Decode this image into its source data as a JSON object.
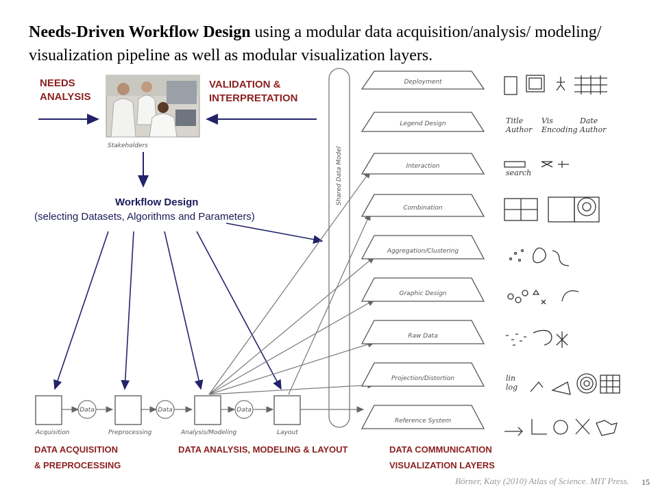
{
  "title": {
    "bold": "Needs-Driven Workflow Design",
    "rest": " using a modular data acquisition/analysis/ modeling/ visualization pipeline as well as modular visualization layers."
  },
  "needs_analysis": [
    "NEEDS",
    "ANALYSIS"
  ],
  "validation": [
    "VALIDATION &",
    "INTERPRETATION"
  ],
  "stakeholders": "Stakeholders",
  "workflow": {
    "title": "Workflow Design",
    "subtitle": "(selecting Datasets, Algorithms and Parameters)"
  },
  "shared_model": "Shared Data Model",
  "layers": [
    "Deployment",
    "Legend Design",
    "Interaction",
    "Combination",
    "Aggregation/Clustering",
    "Graphic Design",
    "Raw Data",
    "Projection/Distortion",
    "Reference System"
  ],
  "pipeline": {
    "steps": [
      "Acquisition",
      "Preprocessing",
      "Analysis/Modeling",
      "Layout"
    ],
    "data_label": "Data"
  },
  "groups": {
    "acq": [
      "DATA ACQUISITION",
      "& PREPROCESSING"
    ],
    "analysis": "DATA ANALYSIS, MODELING & LAYOUT",
    "comm": [
      "DATA COMMUNICATION",
      "VISUALIZATION LAYERS"
    ]
  },
  "sketch_text": {
    "title_author": "Title\nAuthor",
    "vis_encoding": "Vis\nEncoding",
    "date_author": "Date\nAuthor",
    "search": "search",
    "lin_log": "lin\nlog"
  },
  "citation": "Börner, Katy (2010) Atlas of  Science. MIT Press.",
  "page_number": "15",
  "colors": {
    "arrow": "#23236b",
    "hand": "#8b1f1f",
    "pipeline": "#555555"
  }
}
